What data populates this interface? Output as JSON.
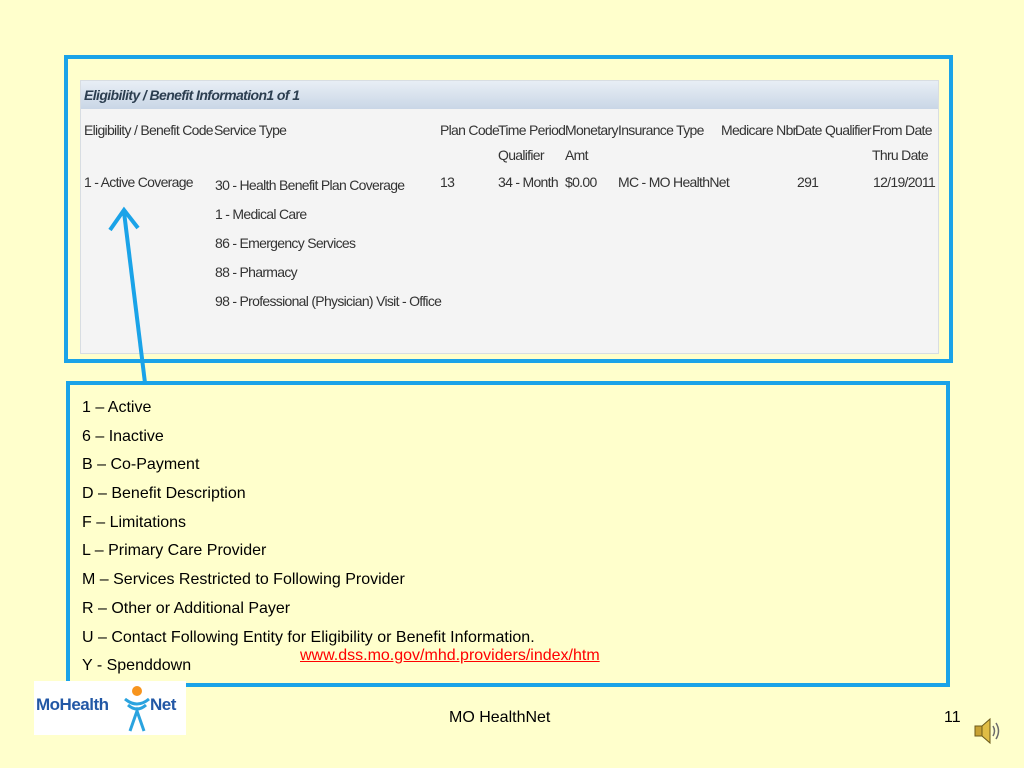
{
  "panel": {
    "title": "Eligibility / Benefit Information1 of 1",
    "headers": {
      "eligibility_code": "Eligibility / Benefit Code",
      "service_type": "Service Type",
      "plan_code": "Plan Code",
      "time_period_1": "Time Period",
      "time_period_2": "Qualifier",
      "monetary_1": "Monetary",
      "monetary_2": "Amt",
      "insurance_type": "Insurance Type",
      "medicare_nbr": "Medicare Nbr",
      "date_qualifier": "Date Qualifier",
      "from_date": "From Date",
      "thru_date": "Thru Date"
    },
    "row": {
      "eligibility_code": "1 - Active Coverage",
      "service_types": [
        "30 - Health Benefit Plan Coverage",
        "1 - Medical Care",
        "86 - Emergency Services",
        "88 - Pharmacy",
        "98 - Professional (Physician) Visit - Office"
      ],
      "plan_code": "13",
      "time_period_qualifier": "34 - Month",
      "monetary_amt": "$0.00",
      "insurance_type": "MC - MO HealthNet",
      "medicare_nbr": "",
      "date_qualifier": "291",
      "from_thru_date": "12/19/2011"
    }
  },
  "legend": {
    "items": [
      "1 – Active",
      "6 – Inactive",
      "B – Co-Payment",
      "D – Benefit Description",
      "F – Limitations",
      "L – Primary Care Provider",
      "M – Services Restricted to Following Provider",
      "R – Other or Additional Payer",
      "U – Contact Following Entity for Eligibility or Benefit Information.",
      "Y - Spenddown"
    ],
    "link": "www.dss.mo.gov/mhd.providers/index/htm"
  },
  "footer": {
    "logo_left": "MoHealth",
    "logo_right": "Net",
    "title": "MO HealthNet",
    "page_number": "11"
  },
  "colors": {
    "frame": "#1aa3e8",
    "background": "#ffffcc",
    "link": "#ff0000"
  },
  "icons": [
    "speaker-icon",
    "logo-figure-icon"
  ]
}
